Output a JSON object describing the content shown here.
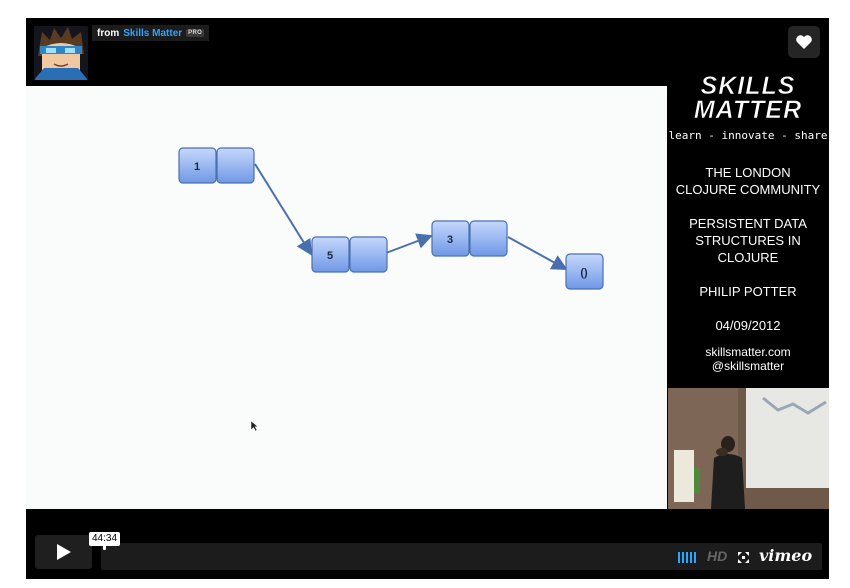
{
  "header": {
    "byline_prefix": "from",
    "owner_name": "Skills Matter",
    "owner_badge": "PRO"
  },
  "slide": {
    "nodes": [
      "1",
      "5",
      "3",
      "()"
    ]
  },
  "info_panel": {
    "logo_line1": "SKILLS",
    "logo_line2": "MATTER",
    "tagline": "learn - innovate - share",
    "meetup_title": [
      "THE LONDON",
      "CLOJURE COMMUNITY"
    ],
    "talk_title": [
      "PERSISTENT DATA",
      "STRUCTURES IN",
      "CLOJURE"
    ],
    "speaker": "PHILIP POTTER",
    "date": "04/09/2012",
    "website": "skillsmatter.com",
    "twitter": "@skillsmatter"
  },
  "controls": {
    "time": "44:34",
    "hd_label": "HD",
    "brand": "vimeo"
  },
  "colors": {
    "accent_blue": "#2aa6ff",
    "node_fill": "#8fb3f2",
    "arrow": "#4a6fae"
  },
  "icons": [
    "heart-icon",
    "play-icon",
    "volume-icon",
    "fullscreen-icon"
  ]
}
